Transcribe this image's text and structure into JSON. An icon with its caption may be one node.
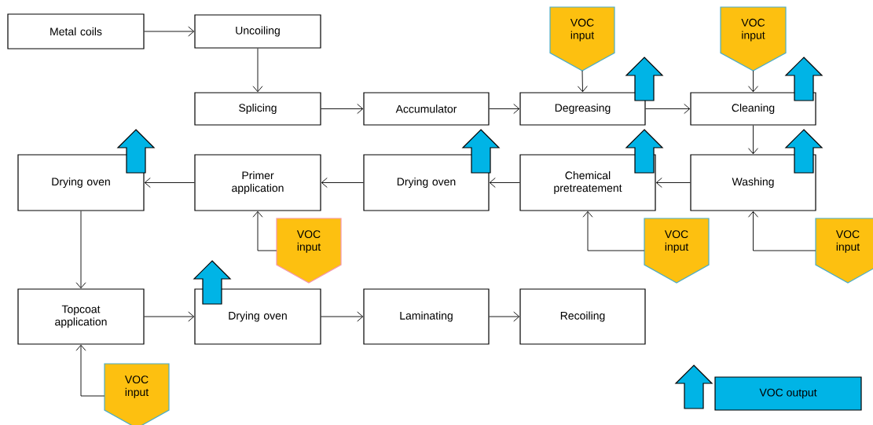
{
  "diagram": {
    "nodes": [
      {
        "text": [
          "Metal coils"
        ]
      },
      {
        "text": [
          "Uncoiling"
        ]
      },
      {
        "text": [
          "Splicing"
        ]
      },
      {
        "text": [
          "Accumulator"
        ]
      },
      {
        "text": [
          "Degreasing"
        ]
      },
      {
        "text": [
          "Cleaning"
        ]
      },
      {
        "text": [
          "Washing"
        ]
      },
      {
        "text": [
          "Chemical pretreatement"
        ]
      },
      {
        "text": [
          "Drying oven"
        ]
      },
      {
        "text": [
          "Primer application"
        ]
      },
      {
        "text": [
          "Drying oven"
        ]
      },
      {
        "text": [
          "Topcoat application"
        ]
      },
      {
        "text": [
          "Drying oven"
        ]
      },
      {
        "text": [
          "Laminating"
        ]
      },
      {
        "text": [
          "Recoiling"
        ]
      },
      {
        "text": [
          "VOC input"
        ]
      },
      {
        "text": [
          "VOC input"
        ]
      },
      {
        "text": [
          "VOC input"
        ]
      },
      {
        "text": [
          "VOC input"
        ]
      },
      {
        "text": [
          "VOC input"
        ]
      },
      {
        "text": [
          "VOC input"
        ]
      }
    ],
    "edges": [
      {
        "from": 0,
        "to": 1,
        "arrow": "to"
      },
      {
        "from": 1,
        "to": 2,
        "arrow": "to"
      },
      {
        "from": 2,
        "to": 3,
        "arrow": "to"
      },
      {
        "from": 3,
        "to": 4,
        "arrow": "to"
      },
      {
        "from": 4,
        "to": 5,
        "arrow": "to"
      },
      {
        "from": 5,
        "to": 6,
        "arrow": "to"
      },
      {
        "from": 6,
        "to": 7,
        "arrow": "to"
      },
      {
        "from": 7,
        "to": 8,
        "arrow": "to"
      },
      {
        "from": 8,
        "to": 9,
        "arrow": "to"
      },
      {
        "from": 9,
        "to": 10,
        "arrow": "to"
      },
      {
        "from": 10,
        "to": 11,
        "arrow": "to"
      },
      {
        "from": 11,
        "to": 12,
        "arrow": "to"
      },
      {
        "from": 12,
        "to": 13,
        "arrow": "to"
      },
      {
        "from": 13,
        "to": 14,
        "arrow": "to"
      },
      {
        "from": 15,
        "to": 4,
        "arrow": "to"
      },
      {
        "from": 16,
        "to": 5,
        "arrow": "to"
      },
      {
        "from": 17,
        "to": 7,
        "arrow": "to"
      },
      {
        "from": 18,
        "to": 6,
        "arrow": "to"
      },
      {
        "from": 19,
        "to": 9,
        "arrow": "to"
      },
      {
        "from": 20,
        "to": 11,
        "arrow": "to"
      },
      {
        "from": 4,
        "to": null,
        "arrow": "to",
        "color": "#00b4e6"
      },
      {
        "from": 5,
        "to": null,
        "arrow": "to",
        "color": "#00b4e6"
      },
      {
        "from": 10,
        "to": null,
        "arrow": "to",
        "color": "#00b4e6"
      },
      {
        "from": 8,
        "to": null,
        "arrow": "to",
        "color": "#00b4e6"
      },
      {
        "from": 7,
        "to": null,
        "arrow": "to",
        "color": "#00b4e6"
      },
      {
        "from": 6,
        "to": null,
        "arrow": "to",
        "color": "#00b4e6"
      },
      {
        "from": 12,
        "to": null,
        "arrow": "to",
        "color": "#00b4e6"
      }
    ],
    "legend": [
      {
        "text": "VOC output",
        "color": "#00b4e6"
      }
    ]
  }
}
